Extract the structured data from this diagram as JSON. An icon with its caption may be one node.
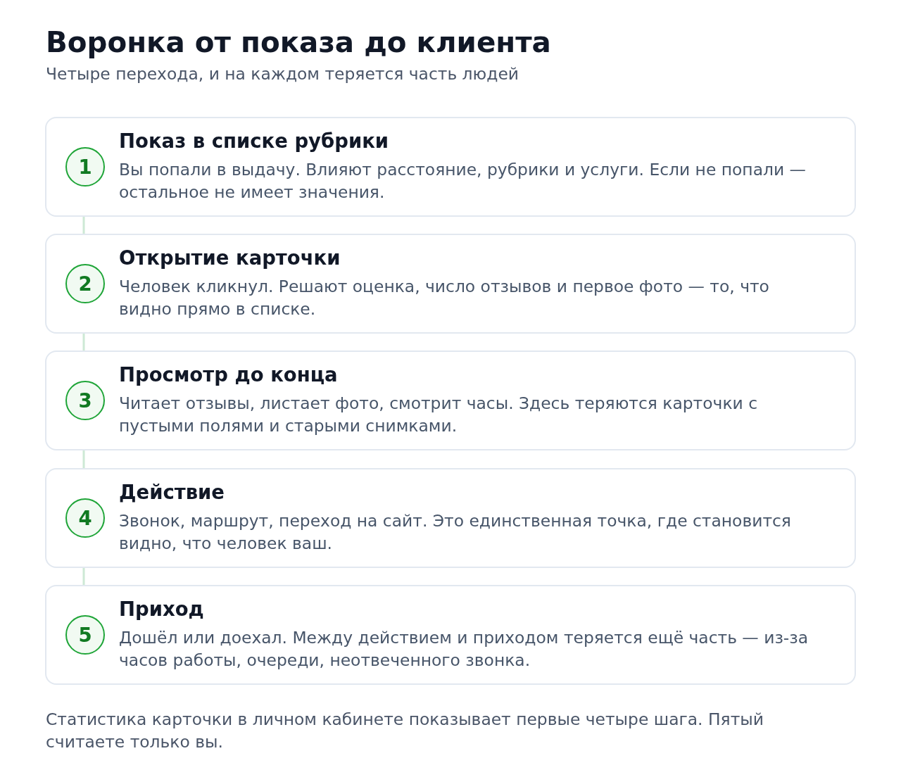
{
  "diagram": {
    "title": "Воронка от показа до клиента",
    "nodes": [
      {
        "text": [
          "Показ в списке рубрики",
          "Вы попали в выдачу. Влияют расстояние, рубрики и услуги. Если не попали — остальное не имеет значения."
        ]
      },
      {
        "text": [
          "1"
        ],
        "in": 0
      },
      {
        "text": [
          "Открытие карточки",
          "Человек кликнул. Решают оценка, число отзывов и первое фото — то, что видно прямо в списке."
        ]
      },
      {
        "text": [
          "2"
        ],
        "in": 2
      },
      {
        "text": [
          "Просмотр до конца",
          "Читает отзывы, листает фото, смотрит часы. Здесь теряются карточки с пустыми полями и старыми снимками."
        ]
      },
      {
        "text": [
          "3"
        ],
        "in": 4
      },
      {
        "text": [
          "Действие",
          "Звонок, маршрут, переход на сайт. Это единственная точка, где становится видно, что человек ваш."
        ]
      },
      {
        "text": [
          "4"
        ],
        "in": 6
      },
      {
        "text": [
          "Приход",
          "Дошёл или доехал. Между действием и приходом теряется ещё часть — из-за часов работы, очереди, неотвеченного звонка."
        ]
      },
      {
        "text": [
          "5"
        ],
        "in": 8
      }
    ],
    "edges": [
      {
        "from": 0,
        "to": 2,
        "arrow": "none"
      },
      {
        "from": 2,
        "to": 4,
        "arrow": "none"
      },
      {
        "from": 4,
        "to": 6,
        "arrow": "none"
      },
      {
        "from": 6,
        "to": 8,
        "arrow": "none"
      }
    ],
    "labels": [
      "Четыре перехода, и на каждом теряется часть людей",
      "Статистика карточки в личном кабинете показывает первые четыре шага. Пятый считаете только вы."
    ]
  }
}
